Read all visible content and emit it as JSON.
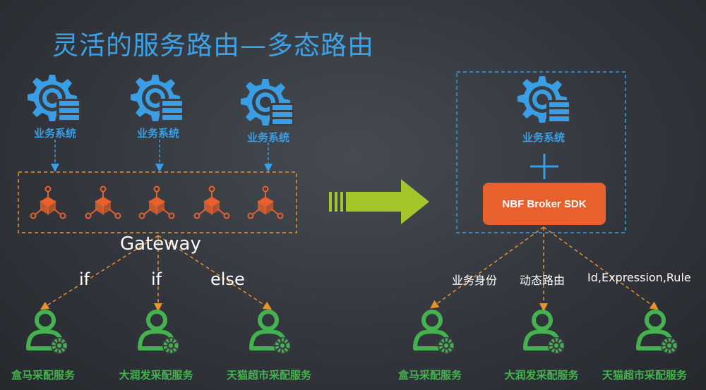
{
  "title": "灵活的服务路由—多态路由",
  "left": {
    "systems": [
      "业务系统",
      "业务系统",
      "业务系统"
    ],
    "gateway_label": "Gateway",
    "conditions": [
      "if",
      "if",
      "else"
    ],
    "services": [
      "盒马采配服务",
      "大润发采配服务",
      "天猫超市采配服务"
    ]
  },
  "right": {
    "system": "业务系统",
    "plus": "+",
    "sdk_label": "NBF Broker SDK",
    "routes": [
      "业务身份",
      "动态路由",
      "Id,Expression,Rule"
    ],
    "services": [
      "盒马采配服务",
      "大润发采配服务",
      "天猫超市采配服务"
    ]
  },
  "colors": {
    "title": "#3da1e6",
    "system_icon": "#3a9ee4",
    "gateway": "#e8612d",
    "service_icon": "#44b34f",
    "arrow": "#a4c62a"
  },
  "icons": [
    "gear-database-icon",
    "broker-node-icon",
    "user-gear-icon",
    "right-arrow-icon"
  ]
}
